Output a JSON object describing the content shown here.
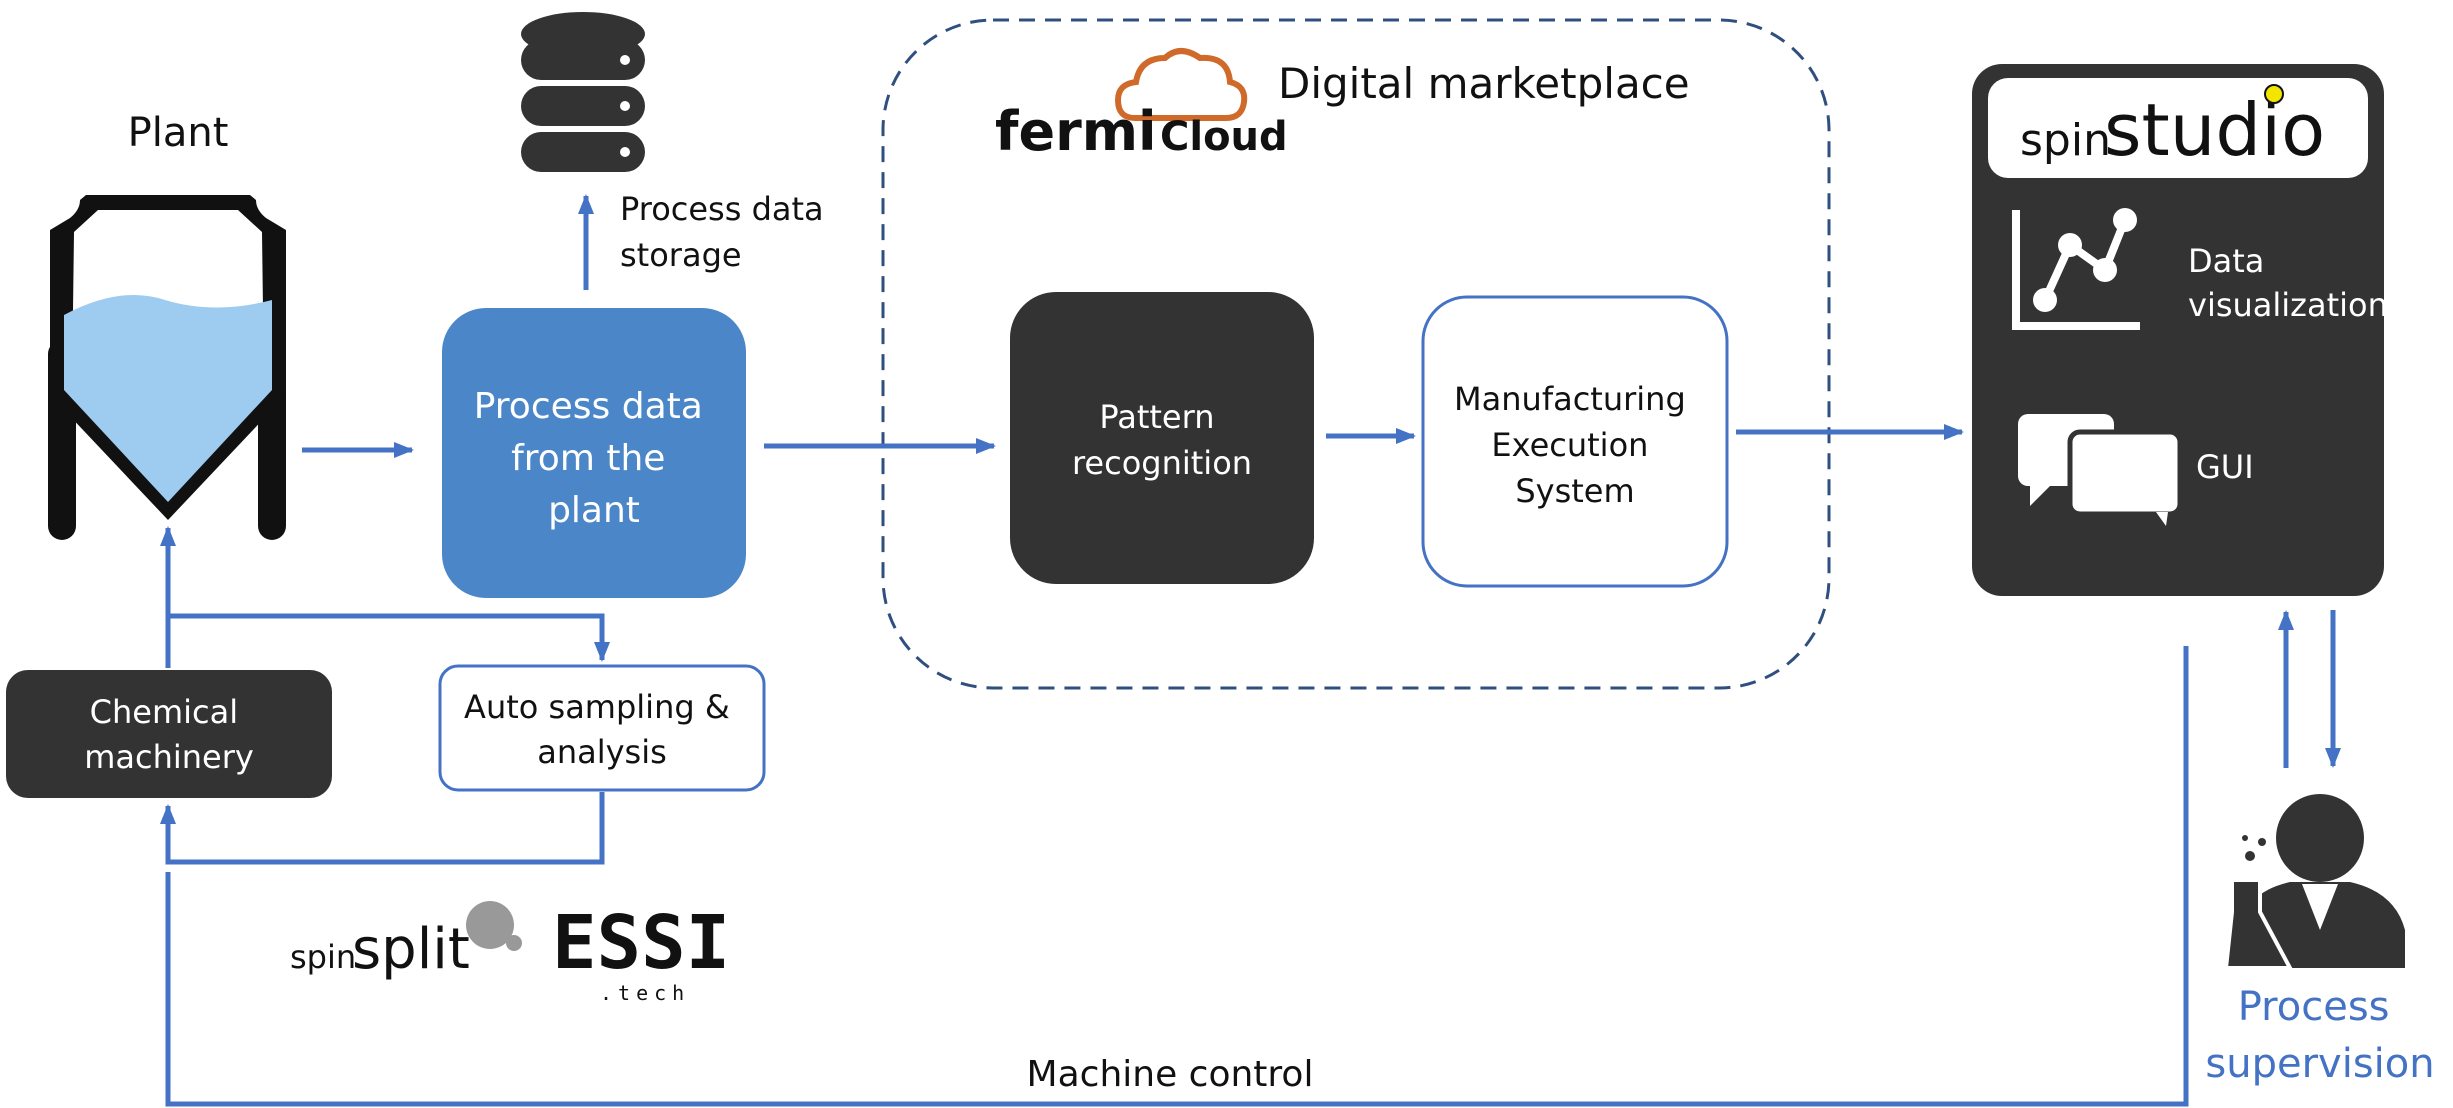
{
  "labels": {
    "plant": "Plant",
    "process_data_storage_line1": "Process data",
    "process_data_storage_line2": "storage",
    "process_data_line1": "Process data",
    "process_data_line2": "from the",
    "process_data_line3": "plant",
    "digital_marketplace": "Digital marketplace",
    "pattern_line1": "Pattern",
    "pattern_line2": "recognition",
    "mes_line1": "Manufacturing",
    "mes_line2": "Execution",
    "mes_line3": "System",
    "data_vis_line1": "Data",
    "data_vis_line2": "visualization",
    "gui": "GUI",
    "chemical_line1": "Chemical",
    "chemical_line2": "machinery",
    "auto_line1": "Auto sampling &",
    "auto_line2": "analysis",
    "machine_control": "Machine control",
    "supervision_line1": "Process",
    "supervision_line2": "supervision"
  },
  "logos": {
    "fermicloud_part1": "fermi",
    "fermicloud_part2": "Cloud",
    "spinstudio_part1": "spin",
    "spinstudio_part2": "studio",
    "spinsplit_part1": "spin",
    "spinsplit_part2": "split",
    "essi": "ESSI",
    "essi_sub": ".tech"
  },
  "colors": {
    "accent_blue": "#4472c4",
    "process_box_blue": "#4a86c8",
    "dark_box": "#333333",
    "liquid_blue": "#9ecbf0",
    "cloud_orange": "#d06a2a",
    "logo_yellow": "#f2e600"
  }
}
